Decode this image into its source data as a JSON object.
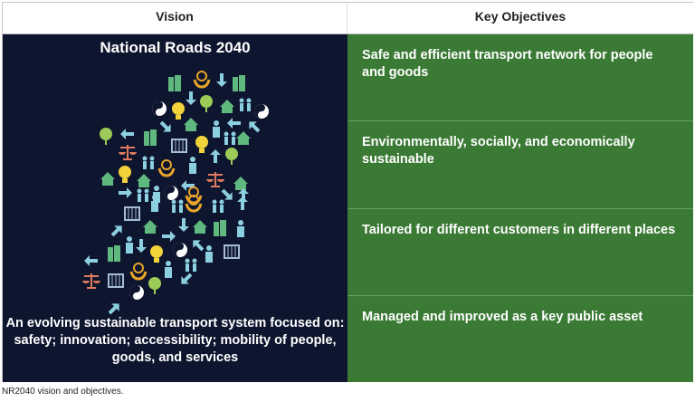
{
  "table": {
    "headers": [
      "Vision",
      "Key Objectives"
    ],
    "vision": {
      "title": "National Roads 2040",
      "description": "An evolving sustainable transport system focused on: safety; innovation; accessibility; mobility of people, goods, and services"
    },
    "objectives": [
      "Safe and efficient transport network for people and goods",
      "Environmentally, socially, and economically sustainable",
      "Tailored for different customers in different places",
      "Managed and improved as a key public asset"
    ]
  },
  "caption": "NR2040 vision and objectives.",
  "colors": {
    "vision_bg": "#0e152e",
    "objectives_bg": "#3b7a35"
  }
}
